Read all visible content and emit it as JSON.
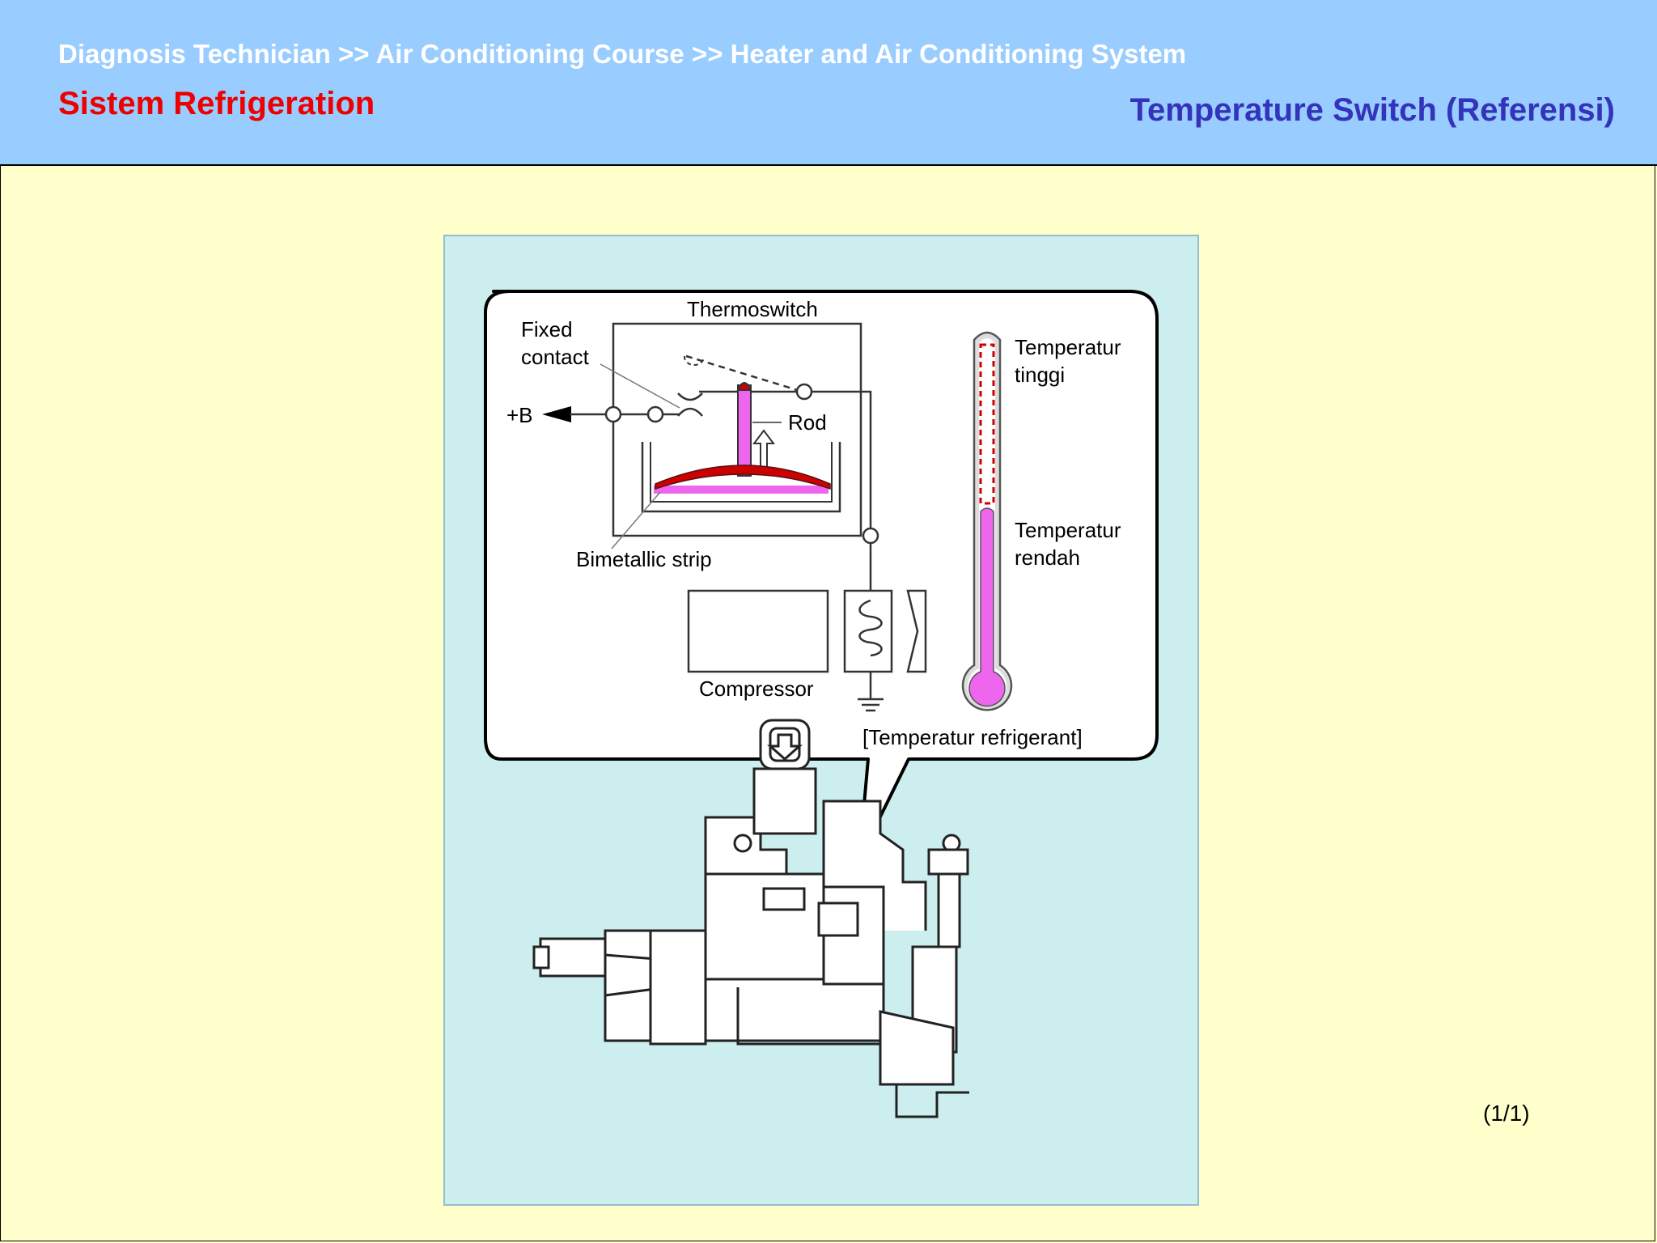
{
  "header": {
    "breadcrumb": "Diagnosis Technician >> Air Conditioning Course >> Heater and Air Conditioning System",
    "section_title": "Sistem Refrigeration",
    "slide_title": "Temperature Switch (Referensi)"
  },
  "diagram": {
    "labels": {
      "thermoswitch": "Thermoswitch",
      "fixed_contact_line1": "Fixed",
      "fixed_contact_line2": "contact",
      "plus_b": "+B",
      "rod": "Rod",
      "bimetallic_strip": "Bimetallic strip",
      "compressor": "Compressor",
      "temp_high_line1": "Temperatur",
      "temp_high_line2": "tinggi",
      "temp_low_line1": "Temperatur",
      "temp_low_line2": "rendah",
      "refrigerant_temp": "[Temperatur refrigerant]"
    },
    "colors": {
      "panel_bg": "#cceeee",
      "bimetal_red": "#cc0000",
      "pink": "#ee66ee",
      "mercury": "#ee66ee"
    }
  },
  "footer": {
    "page_counter": "(1/1)"
  }
}
